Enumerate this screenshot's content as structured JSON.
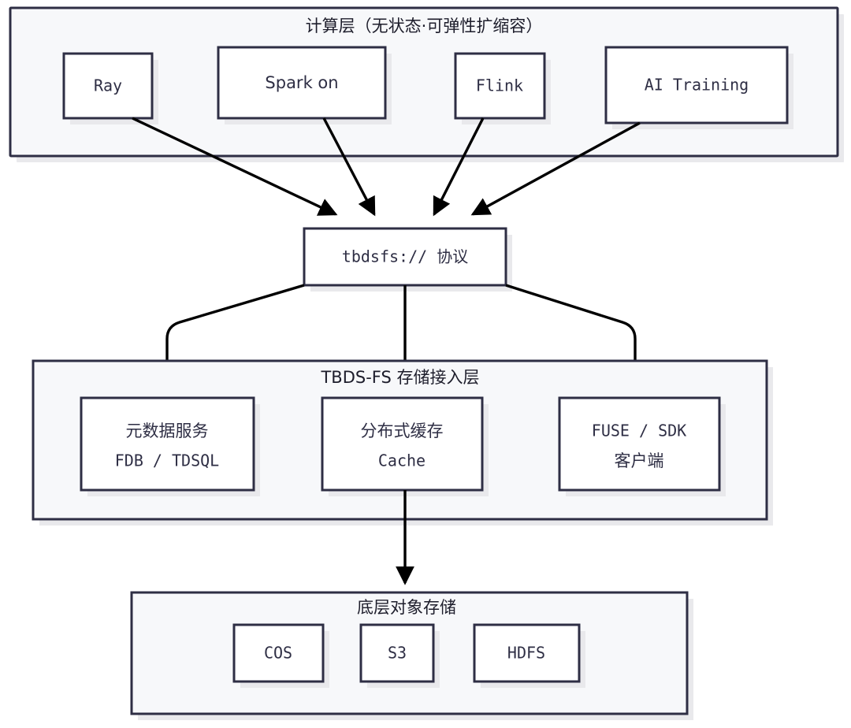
{
  "diagram": {
    "title_top": "计算层（无状态·可弹性扩缩容）",
    "title_mid": "TBDS-FS 存储接入层",
    "title_bottom": "底层对象存储",
    "protocol_label": "tbdsfs:// 协议",
    "colors": {
      "border": "#2e2e44",
      "layer_fill": "#f7f8fa",
      "node_fill": "#ffffff",
      "shadow": "#e9e9ec",
      "edge": "#000000",
      "text": "#2e2e44",
      "page_background": "#ffffff"
    },
    "compute_layer": {
      "title": "计算层（无状态·可弹性扩缩容）",
      "nodes": [
        {
          "label": "Ray"
        },
        {
          "label": "Spark on"
        },
        {
          "label": "Flink"
        },
        {
          "label": "AI Training"
        }
      ]
    },
    "protocol": {
      "label": "tbdsfs:// 协议"
    },
    "storage_access_layer": {
      "title": "TBDS-FS 存储接入层",
      "nodes": [
        {
          "line1": "元数据服务",
          "line2": "FDB / TDSQL"
        },
        {
          "line1": "分布式缓存",
          "line2": "Cache"
        },
        {
          "line1": "FUSE / SDK",
          "line2": "客户端"
        }
      ]
    },
    "object_storage_layer": {
      "title": "底层对象存储",
      "nodes": [
        {
          "label": "COS"
        },
        {
          "label": "S3"
        },
        {
          "label": "HDFS"
        }
      ]
    }
  }
}
